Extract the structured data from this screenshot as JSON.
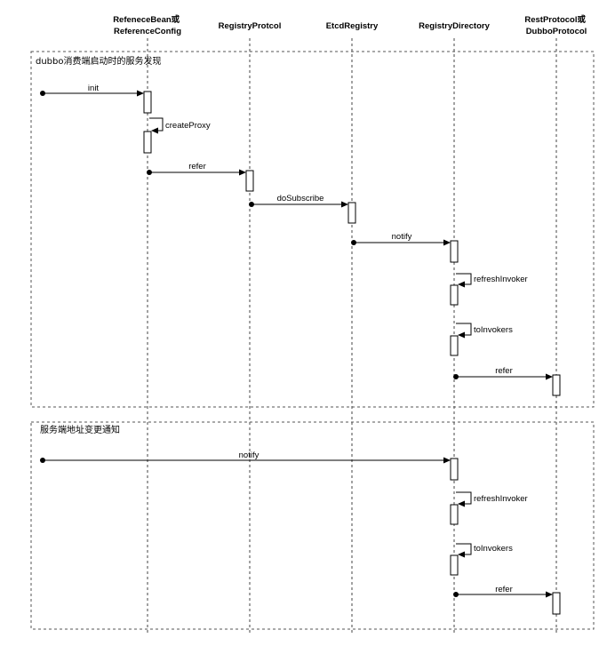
{
  "participants": [
    {
      "id": "ref",
      "label_lines": [
        "RefeneceBean或",
        "ReferenceConfig"
      ]
    },
    {
      "id": "rp",
      "label_lines": [
        "RegistryProtcol"
      ]
    },
    {
      "id": "etcd",
      "label_lines": [
        "EtcdRegistry"
      ]
    },
    {
      "id": "rd",
      "label_lines": [
        "RegistryDirectory"
      ]
    },
    {
      "id": "rest",
      "label_lines": [
        "RestProtocol或",
        "DubboProtocol"
      ]
    }
  ],
  "frames": [
    {
      "id": "startup",
      "title": "dubbo消费端启动时的服务发现"
    },
    {
      "id": "change",
      "title": "服务端地址变更通知"
    }
  ],
  "messages": [
    {
      "id": "m1",
      "label": "init"
    },
    {
      "id": "m2",
      "label": "createProxy"
    },
    {
      "id": "m3",
      "label": "refer"
    },
    {
      "id": "m4",
      "label": "doSubscribe"
    },
    {
      "id": "m5",
      "label": "notify"
    },
    {
      "id": "m6",
      "label": "refreshInvoker"
    },
    {
      "id": "m7",
      "label": "toInvokers"
    },
    {
      "id": "m8",
      "label": "refer"
    },
    {
      "id": "m9",
      "label": "notify"
    },
    {
      "id": "m10",
      "label": "refreshInvoker"
    },
    {
      "id": "m11",
      "label": "toInvokers"
    },
    {
      "id": "m12",
      "label": "refer"
    }
  ]
}
